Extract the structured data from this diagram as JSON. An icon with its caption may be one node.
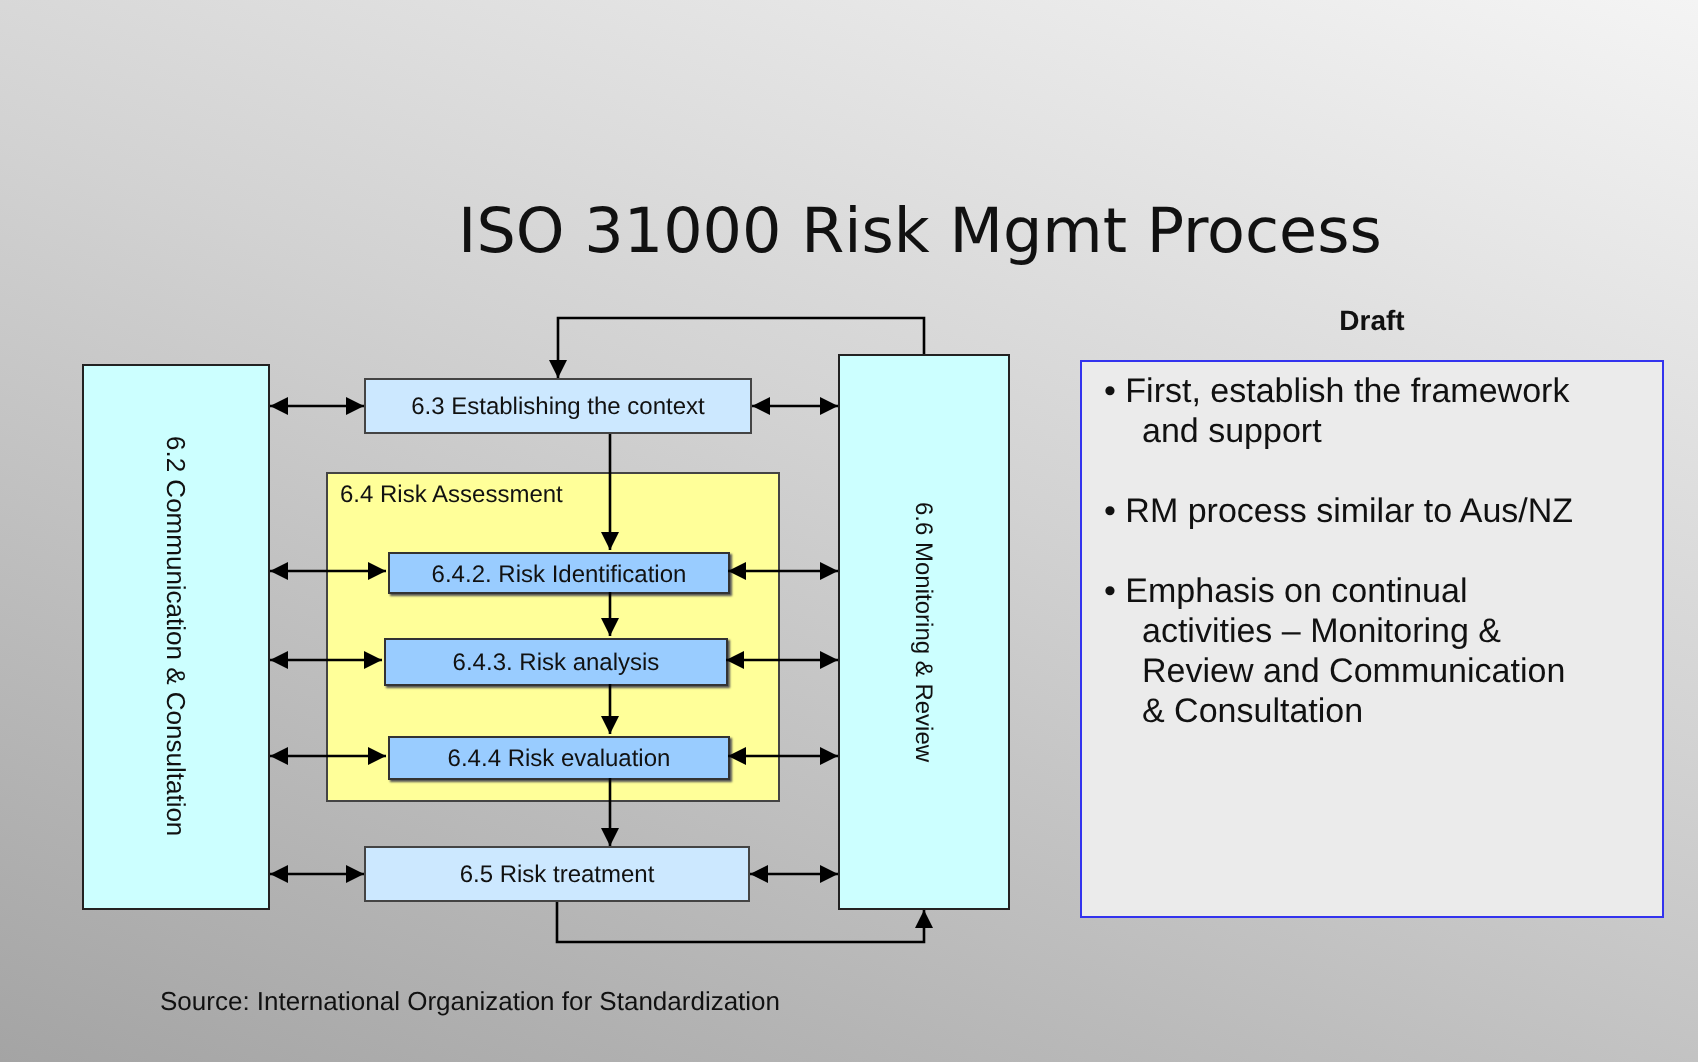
{
  "diagram": {
    "title": "ISO 31000 Risk Mgmt Process",
    "nodes": [
      {
        "text": [
          "6.2 Communication & Consultation"
        ]
      },
      {
        "text": [
          "6.3 Establishing the context"
        ]
      },
      {
        "text": [
          "6.4 Risk Assessment"
        ]
      },
      {
        "text": [
          "6.4.2. Risk Identification"
        ],
        "in": 2
      },
      {
        "text": [
          "6.4.3. Risk analysis"
        ],
        "in": 2
      },
      {
        "text": [
          "6.4.4 Risk evaluation"
        ],
        "in": 2
      },
      {
        "text": [
          "6.5 Risk treatment"
        ]
      },
      {
        "text": [
          "6.6 Monitoring & Review"
        ]
      },
      {
        "text": [
          "Draft",
          "• First, establish the framework and support",
          "• RM process similar to Aus/NZ",
          "• Emphasis on continual activities – Monitoring & Review and Communication & Consultation"
        ]
      }
    ],
    "edges": [
      {
        "from": 7,
        "to": 1,
        "arrow": "to"
      },
      {
        "from": 1,
        "to": 3,
        "arrow": "to"
      },
      {
        "from": 3,
        "to": 4,
        "arrow": "to"
      },
      {
        "from": 4,
        "to": 5,
        "arrow": "to"
      },
      {
        "from": 5,
        "to": 6,
        "arrow": "to"
      },
      {
        "from": 6,
        "to": 7,
        "arrow": "to"
      },
      {
        "from": 0,
        "to": 1,
        "arrow": "both"
      },
      {
        "from": 0,
        "to": 3,
        "arrow": "both"
      },
      {
        "from": 0,
        "to": 4,
        "arrow": "both"
      },
      {
        "from": 0,
        "to": 5,
        "arrow": "both"
      },
      {
        "from": 0,
        "to": 6,
        "arrow": "both"
      },
      {
        "from": 1,
        "to": 7,
        "arrow": "both"
      },
      {
        "from": 3,
        "to": 7,
        "arrow": "both"
      },
      {
        "from": 4,
        "to": 7,
        "arrow": "both"
      },
      {
        "from": 5,
        "to": 7,
        "arrow": "both"
      },
      {
        "from": 6,
        "to": 7,
        "arrow": "both"
      }
    ],
    "labels": [
      "Source:  International Organization for Standardization"
    ]
  }
}
